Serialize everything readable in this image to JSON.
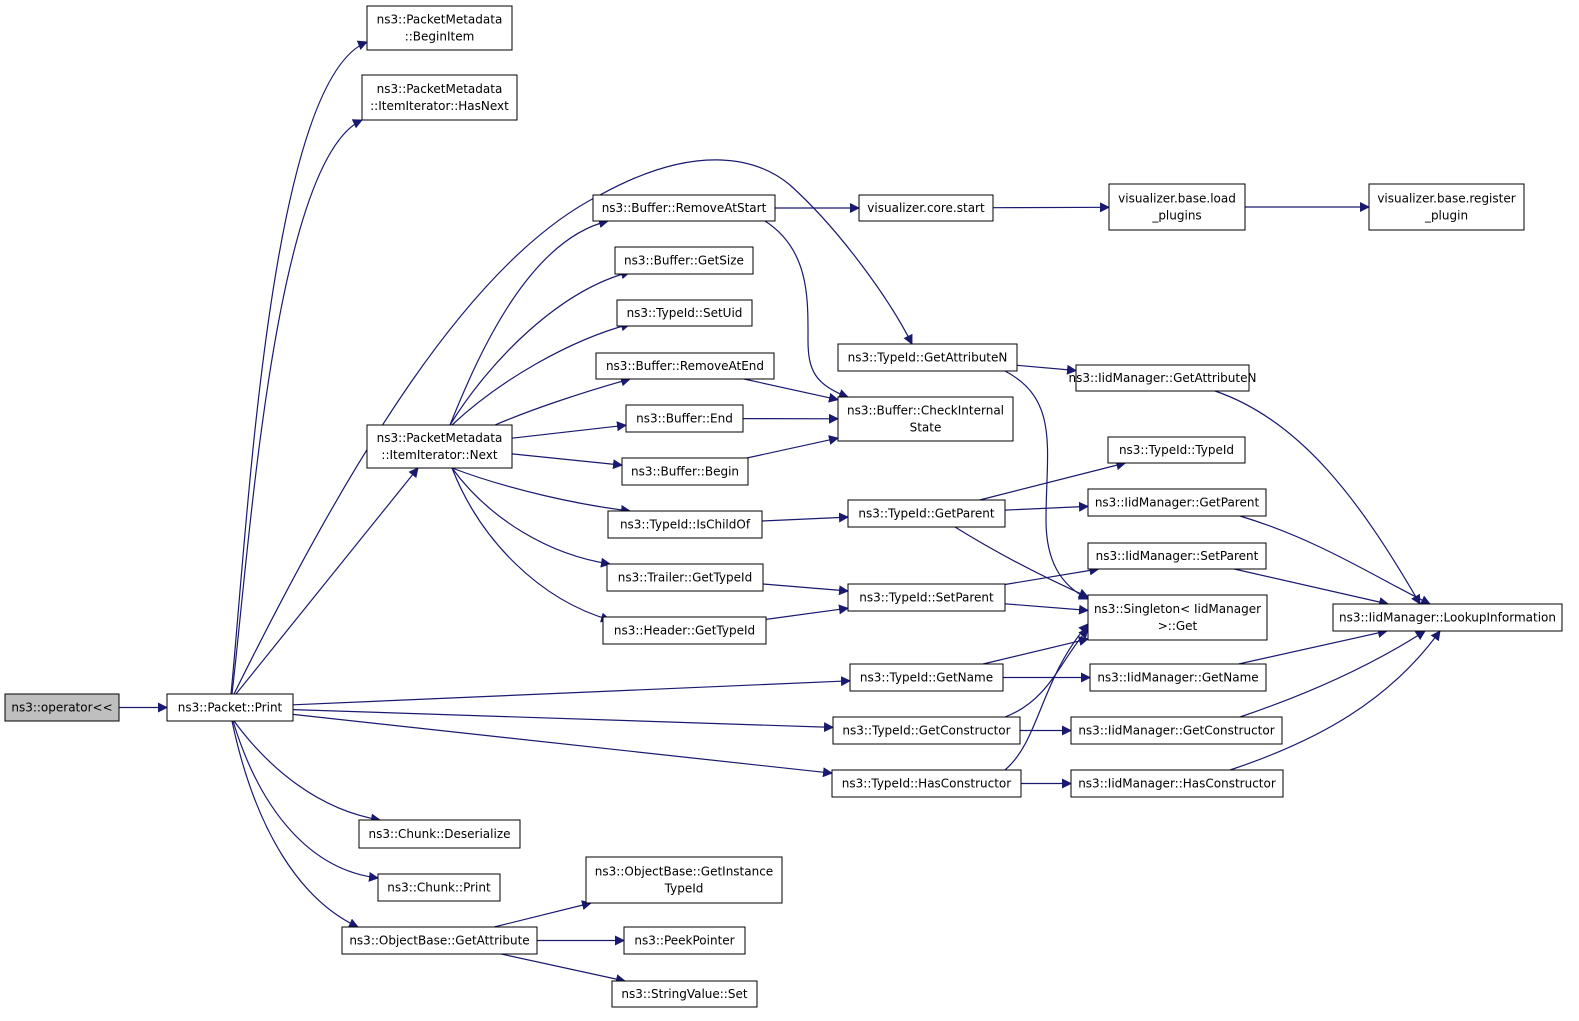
{
  "diagram": {
    "title": "",
    "edge_color": "#191970",
    "root_fill": "#bfbfbf",
    "node_fill": "#ffffff",
    "nodes": [
      {
        "id": "op",
        "lines": [
          "ns3::operator<<"
        ],
        "root": true
      },
      {
        "id": "print",
        "lines": [
          "ns3::Packet::Print"
        ]
      },
      {
        "id": "begin_item",
        "lines": [
          "ns3::PacketMetadata",
          "::BeginItem"
        ]
      },
      {
        "id": "has_next",
        "lines": [
          "ns3::PacketMetadata",
          "::ItemIterator::HasNext"
        ]
      },
      {
        "id": "next",
        "lines": [
          "ns3::PacketMetadata",
          "::ItemIterator::Next"
        ]
      },
      {
        "id": "remove_start",
        "lines": [
          "ns3::Buffer::RemoveAtStart"
        ]
      },
      {
        "id": "get_size",
        "lines": [
          "ns3::Buffer::GetSize"
        ]
      },
      {
        "id": "set_uid",
        "lines": [
          "ns3::TypeId::SetUid"
        ]
      },
      {
        "id": "remove_end",
        "lines": [
          "ns3::Buffer::RemoveAtEnd"
        ]
      },
      {
        "id": "buf_end",
        "lines": [
          "ns3::Buffer::End"
        ]
      },
      {
        "id": "buf_begin",
        "lines": [
          "ns3::Buffer::Begin"
        ]
      },
      {
        "id": "is_child",
        "lines": [
          "ns3::TypeId::IsChildOf"
        ]
      },
      {
        "id": "trailer_tid",
        "lines": [
          "ns3::Trailer::GetTypeId"
        ]
      },
      {
        "id": "header_tid",
        "lines": [
          "ns3::Header::GetTypeId"
        ]
      },
      {
        "id": "vis_core",
        "lines": [
          "visualizer.core.start"
        ]
      },
      {
        "id": "vis_load",
        "lines": [
          "visualizer.base.load",
          "_plugins"
        ]
      },
      {
        "id": "vis_reg",
        "lines": [
          "visualizer.base.register",
          "_plugin"
        ]
      },
      {
        "id": "get_attr_n",
        "lines": [
          "ns3::TypeId::GetAttributeN"
        ]
      },
      {
        "id": "check_state",
        "lines": [
          "ns3::Buffer::CheckInternal",
          "State"
        ]
      },
      {
        "id": "iid_get_attr_n",
        "lines": [
          "ns3::IidManager::GetAttributeN"
        ]
      },
      {
        "id": "typeid_typeid",
        "lines": [
          "ns3::TypeId::TypeId"
        ]
      },
      {
        "id": "get_parent",
        "lines": [
          "ns3::TypeId::GetParent"
        ]
      },
      {
        "id": "iid_get_parent",
        "lines": [
          "ns3::IidManager::GetParent"
        ]
      },
      {
        "id": "iid_set_parent",
        "lines": [
          "ns3::IidManager::SetParent"
        ]
      },
      {
        "id": "set_parent",
        "lines": [
          "ns3::TypeId::SetParent"
        ]
      },
      {
        "id": "singleton",
        "lines": [
          "ns3::Singleton< IidManager",
          ">::Get"
        ]
      },
      {
        "id": "lookup",
        "lines": [
          "ns3::IidManager::LookupInformation"
        ]
      },
      {
        "id": "get_name",
        "lines": [
          "ns3::TypeId::GetName"
        ]
      },
      {
        "id": "iid_get_name",
        "lines": [
          "ns3::IidManager::GetName"
        ]
      },
      {
        "id": "get_ctor",
        "lines": [
          "ns3::TypeId::GetConstructor"
        ]
      },
      {
        "id": "iid_get_ctor",
        "lines": [
          "ns3::IidManager::GetConstructor"
        ]
      },
      {
        "id": "has_ctor",
        "lines": [
          "ns3::TypeId::HasConstructor"
        ]
      },
      {
        "id": "iid_has_ctor",
        "lines": [
          "ns3::IidManager::HasConstructor"
        ]
      },
      {
        "id": "chunk_deser",
        "lines": [
          "ns3::Chunk::Deserialize"
        ]
      },
      {
        "id": "chunk_print",
        "lines": [
          "ns3::Chunk::Print"
        ]
      },
      {
        "id": "get_attribute",
        "lines": [
          "ns3::ObjectBase::GetAttribute"
        ]
      },
      {
        "id": "get_inst_tid",
        "lines": [
          "ns3::ObjectBase::GetInstance",
          "TypeId"
        ]
      },
      {
        "id": "peek_pointer",
        "lines": [
          "ns3::PeekPointer"
        ]
      },
      {
        "id": "string_set",
        "lines": [
          "ns3::StringValue::Set"
        ]
      }
    ],
    "edges": [
      [
        "op",
        "print"
      ],
      [
        "print",
        "begin_item"
      ],
      [
        "print",
        "has_next"
      ],
      [
        "print",
        "get_attr_n"
      ],
      [
        "print",
        "next"
      ],
      [
        "print",
        "get_name"
      ],
      [
        "print",
        "get_ctor"
      ],
      [
        "print",
        "has_ctor"
      ],
      [
        "print",
        "chunk_deser"
      ],
      [
        "print",
        "chunk_print"
      ],
      [
        "print",
        "get_attribute"
      ],
      [
        "next",
        "remove_start"
      ],
      [
        "next",
        "get_size"
      ],
      [
        "next",
        "set_uid"
      ],
      [
        "next",
        "remove_end"
      ],
      [
        "next",
        "buf_end"
      ],
      [
        "next",
        "buf_begin"
      ],
      [
        "next",
        "is_child"
      ],
      [
        "next",
        "trailer_tid"
      ],
      [
        "next",
        "header_tid"
      ],
      [
        "remove_start",
        "vis_core"
      ],
      [
        "remove_start",
        "check_state"
      ],
      [
        "vis_core",
        "vis_load"
      ],
      [
        "vis_load",
        "vis_reg"
      ],
      [
        "remove_end",
        "check_state"
      ],
      [
        "buf_end",
        "check_state"
      ],
      [
        "buf_begin",
        "check_state"
      ],
      [
        "get_attr_n",
        "iid_get_attr_n"
      ],
      [
        "get_attr_n",
        "singleton"
      ],
      [
        "iid_get_attr_n",
        "lookup"
      ],
      [
        "is_child",
        "get_parent"
      ],
      [
        "get_parent",
        "typeid_typeid"
      ],
      [
        "get_parent",
        "iid_get_parent"
      ],
      [
        "get_parent",
        "singleton"
      ],
      [
        "iid_get_parent",
        "lookup"
      ],
      [
        "trailer_tid",
        "set_parent"
      ],
      [
        "header_tid",
        "set_parent"
      ],
      [
        "set_parent",
        "iid_set_parent"
      ],
      [
        "set_parent",
        "singleton"
      ],
      [
        "iid_set_parent",
        "lookup"
      ],
      [
        "get_name",
        "singleton"
      ],
      [
        "get_name",
        "iid_get_name"
      ],
      [
        "iid_get_name",
        "lookup"
      ],
      [
        "get_ctor",
        "singleton"
      ],
      [
        "get_ctor",
        "iid_get_ctor"
      ],
      [
        "iid_get_ctor",
        "lookup"
      ],
      [
        "has_ctor",
        "singleton"
      ],
      [
        "has_ctor",
        "iid_has_ctor"
      ],
      [
        "iid_has_ctor",
        "lookup"
      ],
      [
        "get_attribute",
        "get_inst_tid"
      ],
      [
        "get_attribute",
        "peek_pointer"
      ],
      [
        "get_attribute",
        "string_set"
      ]
    ]
  }
}
